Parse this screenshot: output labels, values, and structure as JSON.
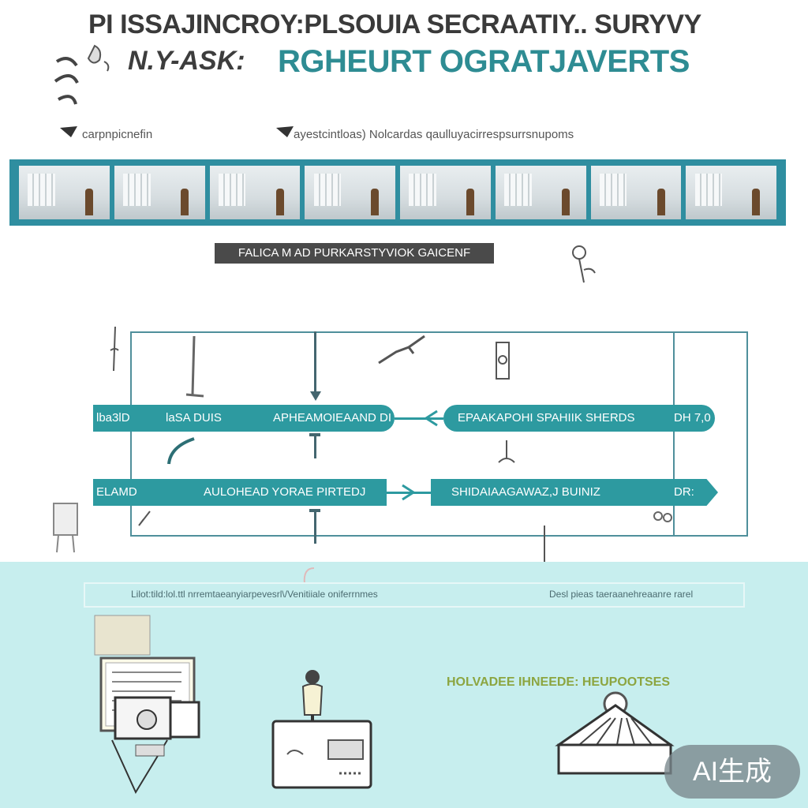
{
  "header": {
    "title_line1": "PI ISSAJINCROY:PLSOUIA SECRAATIY.. SURYVY",
    "title_line2_sketch": "N.Y-ASK:",
    "title_line2": "RGHEURT OGRATJAVERTS"
  },
  "subheadings": {
    "left": "carpnpicnefin",
    "right": "ayestcintloas) Nolcardas qaulluyacirrespsurrsnupoms"
  },
  "banner": {
    "scene_count": 8
  },
  "section_label": "FALICA M AD PURKARSTYVIOK GAICENF",
  "flow": {
    "row1": {
      "left_code": "lba3lD",
      "left_label1": "laSA DUIS",
      "left_label2": "APHEAMOIEAAND DI",
      "right_label": "EPAAKAPOHI SPAHIIK SHERDS",
      "right_code": "DH 7,0"
    },
    "row2": {
      "left_code": "ELAMD",
      "left_label": "AULOHEAD YORAE PIRTEDJ",
      "right_label": "SHIDAIAAGAWAZ,J BUINIZ",
      "right_code": "DR:"
    }
  },
  "bottom": {
    "strip_left": "Lilot:tild:lol.ttl nrremtaeanyiarpevesrl\\/Venitiiale oniferrnmes",
    "strip_right": "Desl pieas taeraanehreaanre rarel",
    "heading": "HOLVADEE IHNEEDE: HEUPOOTSES"
  },
  "watermark": "AI生成",
  "colors": {
    "teal": "#2d9aa0",
    "title_teal": "#2e8c93",
    "bottom_bg": "#c7eeee",
    "frame": "#4f8f9b"
  }
}
